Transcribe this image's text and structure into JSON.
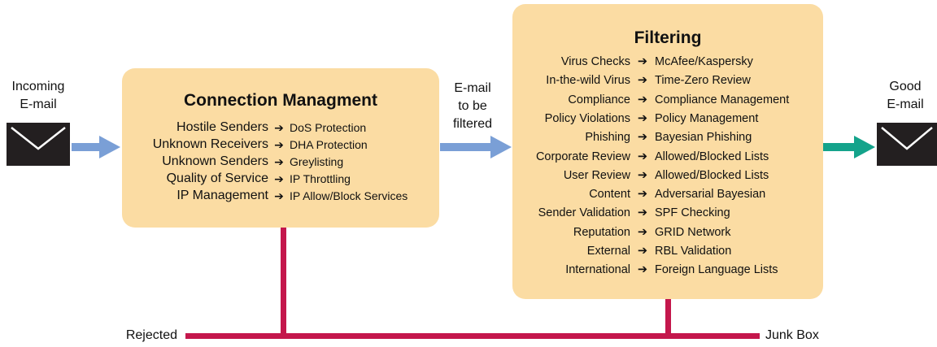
{
  "incoming": {
    "line1": "Incoming",
    "line2": "E-mail"
  },
  "good": {
    "line1": "Good",
    "line2": "E-mail"
  },
  "middle": {
    "line1": "E-mail",
    "line2": "to be",
    "line3": "filtered"
  },
  "connection": {
    "title": "Connection Managment",
    "rows": [
      {
        "left": "Hostile Senders",
        "right": "DoS Protection"
      },
      {
        "left": "Unknown Receivers",
        "right": "DHA Protection"
      },
      {
        "left": "Unknown Senders",
        "right": "Greylisting"
      },
      {
        "left": "Quality of Service",
        "right": "IP Throttling"
      },
      {
        "left": "IP Management",
        "right": "IP Allow/Block Services"
      }
    ]
  },
  "filtering": {
    "title": "Filtering",
    "rows": [
      {
        "left": "Virus Checks",
        "right": "McAfee/Kaspersky"
      },
      {
        "left": "In-the-wild Virus",
        "right": "Time-Zero Review"
      },
      {
        "left": "Compliance",
        "right": "Compliance Management"
      },
      {
        "left": "Policy Violations",
        "right": "Policy Management"
      },
      {
        "left": "Phishing",
        "right": "Bayesian Phishing"
      },
      {
        "left": "Corporate Review",
        "right": "Allowed/Blocked Lists"
      },
      {
        "left": "User Review",
        "right": "Allowed/Blocked Lists"
      },
      {
        "left": "Content",
        "right": "Adversarial Bayesian"
      },
      {
        "left": "Sender Validation",
        "right": "SPF Checking"
      },
      {
        "left": "Reputation",
        "right": "GRID Network"
      },
      {
        "left": "External",
        "right": "RBL Validation"
      },
      {
        "left": "International",
        "right": "Foreign Language Lists"
      }
    ]
  },
  "bottom": {
    "rejected": "Rejected",
    "junk": "Junk Box"
  },
  "arrow_glyph": "➔",
  "colors": {
    "box_fill": "#fbdca3",
    "flow_arrow": "#7a9fd6",
    "good_arrow": "#14a38b",
    "reject_line": "#c4174c",
    "envelope": "#231f20"
  }
}
